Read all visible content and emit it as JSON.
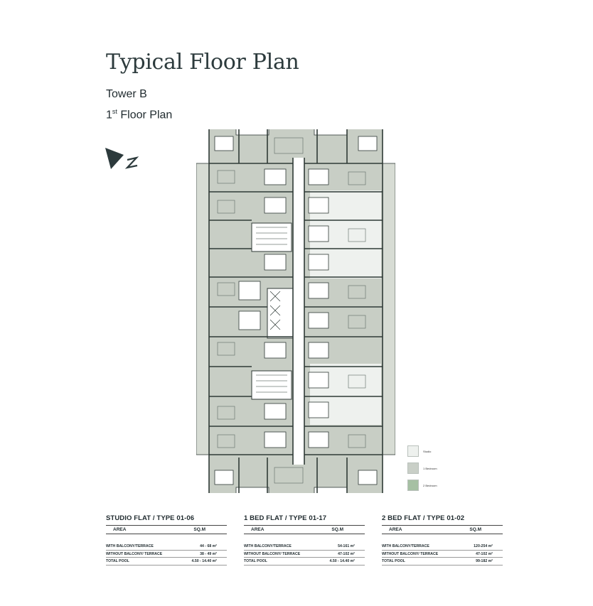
{
  "header": {
    "title": "Typical Floor Plan",
    "tower": "Tower B",
    "floor_num": "1",
    "floor_sup": "st",
    "floor_rest": " Floor Plan"
  },
  "north_icon": "north-arrow-icon",
  "legend": [
    {
      "label": "Studio",
      "color": "#eef1ee"
    },
    {
      "label": "1 Bedroom",
      "color": "#c9cfc7"
    },
    {
      "label": "2 Bedroom",
      "color": "#a6c0a3"
    }
  ],
  "colors": {
    "unit_fill": "#c8cec5",
    "wall": "#2f3a36",
    "core_fill": "#ffffff",
    "studio_fill": "#eef1ee"
  },
  "tables": [
    {
      "title": "STUDIO FLAT / TYPE 01-06",
      "col_area": "AREA",
      "col_sqm": "SQ.M",
      "rows": [
        {
          "label": "WITH BALCONY/TERRACE",
          "value": "44 - 68 m²"
        },
        {
          "label": "WITHOUT BALCONY/ TERRACE",
          "value": "38 - 49 m²"
        },
        {
          "label": "TOTAL POOL",
          "value": "4.50 - 14.40 m²"
        }
      ]
    },
    {
      "title": "1 BED FLAT / TYPE 01-17",
      "col_area": "AREA",
      "col_sqm": "SQ.M",
      "rows": [
        {
          "label": "WITH BALCONY/TERRACE",
          "value": "54-161 m²"
        },
        {
          "label": "WITHOUT BALCONY/ TERRACE",
          "value": "47-102 m²"
        },
        {
          "label": "TOTAL POOL",
          "value": "4.50 - 14.40 m²"
        }
      ]
    },
    {
      "title": "2 BED FLAT / TYPE 01-02",
      "col_area": "AREA",
      "col_sqm": "SQ.M",
      "rows": [
        {
          "label": "WITH BALCONY/TERRACE",
          "value": "120-254 m²"
        },
        {
          "label": "WITHOUT BALCONY/ TERRACE",
          "value": "47-102 m²"
        },
        {
          "label": "TOTAL POOL",
          "value": "99-182 m²"
        }
      ]
    }
  ]
}
